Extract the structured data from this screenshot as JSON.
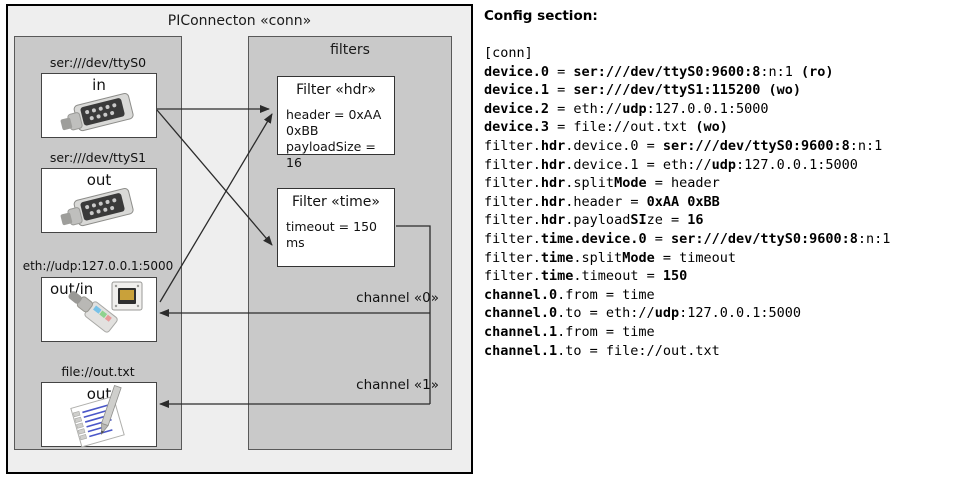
{
  "diagram": {
    "title": "PIConnecton «conn»",
    "devices_group": {
      "devices": [
        {
          "label": "ser:///dev/ttyS0",
          "io": "in",
          "icon": "serial-port-icon"
        },
        {
          "label": "ser:///dev/ttyS1",
          "io": "out",
          "icon": "serial-port-icon"
        },
        {
          "label": "eth://udp:127.0.0.1:5000",
          "io": "out/in",
          "icon": "ethernet-jack-icon"
        },
        {
          "label": "file://out.txt",
          "io": "out",
          "icon": "text-file-icon"
        }
      ]
    },
    "filters_group": {
      "title": "filters",
      "filters": [
        {
          "title": "Filter «hdr»",
          "attrs": [
            "header = 0xAA 0xBB",
            "payloadSize = 16"
          ]
        },
        {
          "title": "Filter «time»",
          "attrs": [
            "timeout = 150 ms"
          ]
        }
      ],
      "channels": [
        "channel «0»",
        "channel «1»"
      ]
    }
  },
  "config": {
    "heading": "Config section:",
    "lines": [
      {
        "plain": "[conn]"
      },
      {
        "segments": [
          {
            "t": "device.0",
            "b": true
          },
          {
            "t": " = ",
            "b": false
          },
          {
            "t": "ser:///dev/ttyS0:9600:8",
            "b": true
          },
          {
            "t": ":n:1 ",
            "b": false
          },
          {
            "t": "(ro)",
            "b": true
          }
        ]
      },
      {
        "segments": [
          {
            "t": "device.1",
            "b": true
          },
          {
            "t": " = ",
            "b": false
          },
          {
            "t": "ser:///dev/ttyS1:115200",
            "b": true
          },
          {
            "t": " ",
            "b": false
          },
          {
            "t": "(wo)",
            "b": true
          }
        ]
      },
      {
        "segments": [
          {
            "t": "device.2",
            "b": true
          },
          {
            "t": " = eth://",
            "b": false
          },
          {
            "t": "udp",
            "b": true
          },
          {
            "t": ":127.0.0.1:5000",
            "b": false
          }
        ]
      },
      {
        "segments": [
          {
            "t": "device.3",
            "b": true
          },
          {
            "t": " = file://out.txt ",
            "b": false
          },
          {
            "t": "(wo)",
            "b": true
          }
        ]
      },
      {
        "segments": [
          {
            "t": "filter.",
            "b": false
          },
          {
            "t": "hdr",
            "b": true
          },
          {
            "t": ".device.0 = ",
            "b": false
          },
          {
            "t": "ser:///dev/ttyS0:9600:8",
            "b": true
          },
          {
            "t": ":n:1",
            "b": false
          }
        ]
      },
      {
        "segments": [
          {
            "t": "filter.",
            "b": false
          },
          {
            "t": "hdr",
            "b": true
          },
          {
            "t": ".device.1 = eth://",
            "b": false
          },
          {
            "t": "udp",
            "b": true
          },
          {
            "t": ":127.0.0.1:5000",
            "b": false
          }
        ]
      },
      {
        "segments": [
          {
            "t": "filter.",
            "b": false
          },
          {
            "t": "hdr",
            "b": true
          },
          {
            "t": ".split",
            "b": false
          },
          {
            "t": "Mode",
            "b": true
          },
          {
            "t": " = header",
            "b": false
          }
        ]
      },
      {
        "segments": [
          {
            "t": "filter.",
            "b": false
          },
          {
            "t": "hdr",
            "b": true
          },
          {
            "t": ".header = ",
            "b": false
          },
          {
            "t": "0xAA 0xBB",
            "b": true
          }
        ]
      },
      {
        "segments": [
          {
            "t": "filter.",
            "b": false
          },
          {
            "t": "hdr",
            "b": true
          },
          {
            "t": ".payload",
            "b": false
          },
          {
            "t": "SI",
            "b": true
          },
          {
            "t": "ze = ",
            "b": false
          },
          {
            "t": "16",
            "b": true
          }
        ]
      },
      {
        "segments": [
          {
            "t": "filter.",
            "b": false
          },
          {
            "t": "time.device.0",
            "b": true
          },
          {
            "t": " = ",
            "b": false
          },
          {
            "t": "ser:///dev/ttyS0:9600:8",
            "b": true
          },
          {
            "t": ":n:1",
            "b": false
          }
        ]
      },
      {
        "segments": [
          {
            "t": "filter.",
            "b": false
          },
          {
            "t": "time",
            "b": true
          },
          {
            "t": ".split",
            "b": false
          },
          {
            "t": "Mode",
            "b": true
          },
          {
            "t": " = timeout",
            "b": false
          }
        ]
      },
      {
        "segments": [
          {
            "t": "filter.",
            "b": false
          },
          {
            "t": "time",
            "b": true
          },
          {
            "t": ".timeout = ",
            "b": false
          },
          {
            "t": "150",
            "b": true
          }
        ]
      },
      {
        "segments": [
          {
            "t": "channel.0",
            "b": true
          },
          {
            "t": ".from = time",
            "b": false
          }
        ]
      },
      {
        "segments": [
          {
            "t": "channel.0",
            "b": true
          },
          {
            "t": ".to = eth://",
            "b": false
          },
          {
            "t": "udp",
            "b": true
          },
          {
            "t": ":127.0.0.1:5000",
            "b": false
          }
        ]
      },
      {
        "segments": [
          {
            "t": "channel.1",
            "b": true
          },
          {
            "t": ".from = time",
            "b": false
          }
        ]
      },
      {
        "segments": [
          {
            "t": "channel.1",
            "b": true
          },
          {
            "t": ".to = file://out.txt",
            "b": false
          }
        ]
      }
    ]
  },
  "colors": {
    "page_bg": "#ffffff",
    "outer_bg": "#eeeeee",
    "group_bg": "#c9c9c9",
    "card_bg": "#ffffff",
    "line": "#333333",
    "border_dark": "#000000"
  }
}
